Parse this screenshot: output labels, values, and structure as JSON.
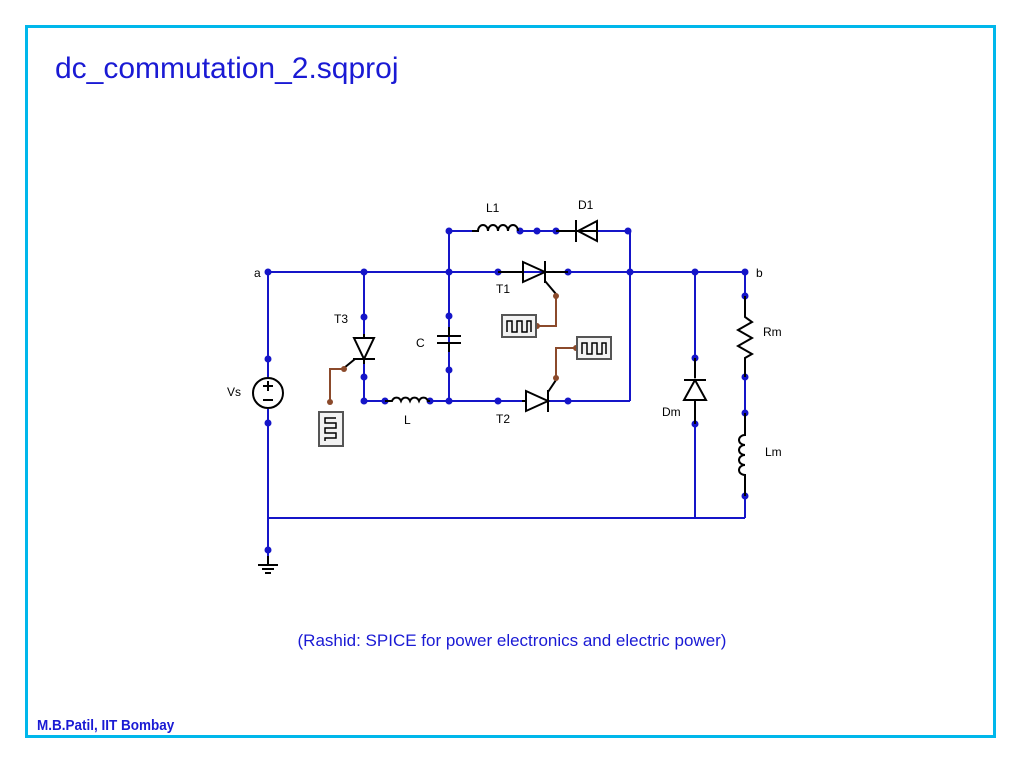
{
  "slide": {
    "title": "dc_commutation_2.sqproj",
    "caption": "(Rashid: SPICE for power electronics and electric power)",
    "author": "M.B.Patil, IIT Bombay"
  },
  "circuit": {
    "node_labels": {
      "a": "a",
      "b": "b"
    },
    "components": {
      "vs": "Vs",
      "t1": "T1",
      "t2": "T2",
      "t3": "T3",
      "c": "C",
      "l": "L",
      "l1": "L1",
      "d1": "D1",
      "dm": "Dm",
      "rm": "Rm",
      "lm": "Lm"
    }
  },
  "colors": {
    "frame": "#00b7eb",
    "text": "#1a1ad4",
    "wire": "#1515c8",
    "gate": "#8b4a2b"
  }
}
